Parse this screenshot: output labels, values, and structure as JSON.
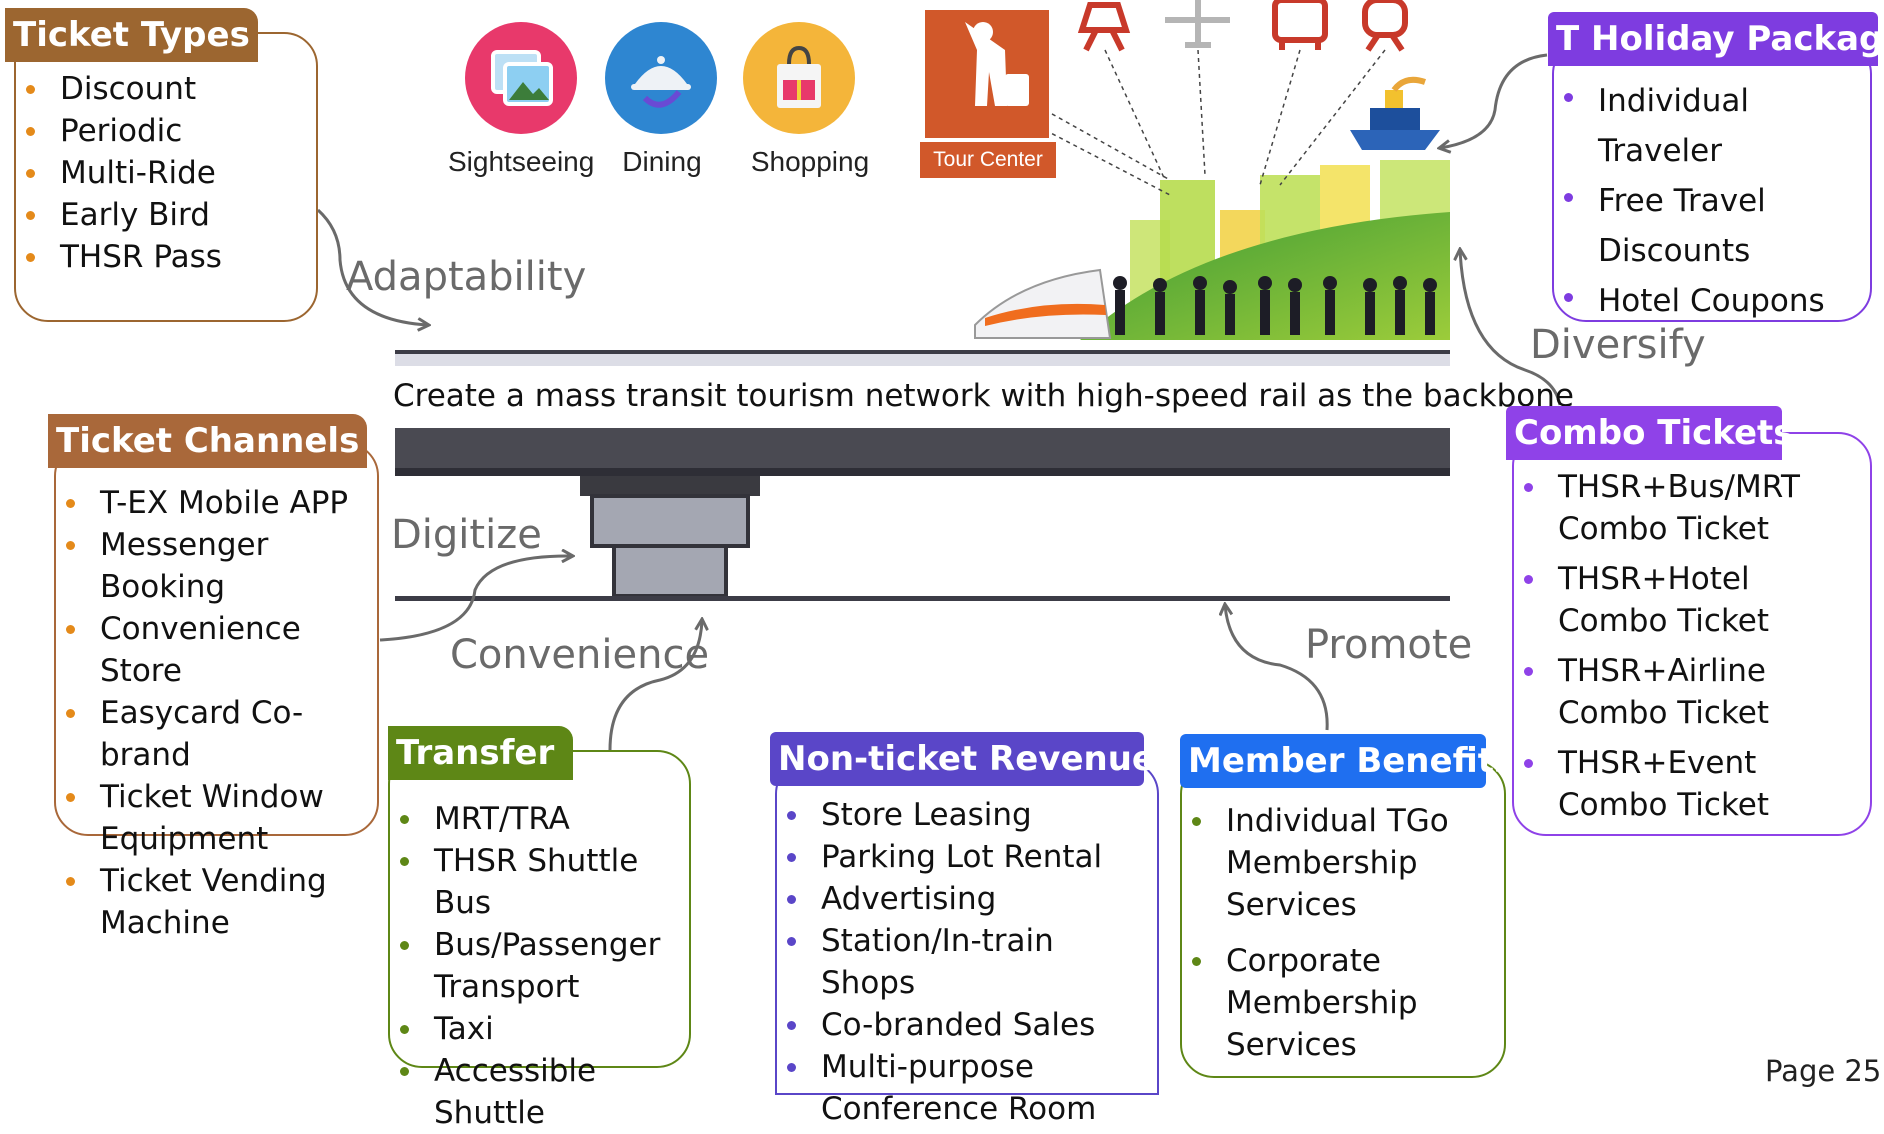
{
  "colors": {
    "ticket_types": "#9c6630",
    "ticket_channels": "#a9683a",
    "transfer": "#5e8716",
    "non_ticket": "#5a46c8",
    "member": "#1f6ff0",
    "combo": "#8f42e8",
    "holiday": "#7e3ce0",
    "flow_text": "#6a6a6a",
    "sightseeing": "#e8396b",
    "dining": "#2e86d1",
    "shopping": "#f4b53a",
    "tour_center": "#d1582a"
  },
  "headline": "Create a mass transit tourism network with high-speed rail as the backbone",
  "flows": {
    "adaptability": "Adaptability",
    "digitize": "Digitize",
    "convenience": "Convenience",
    "promote": "Promote",
    "diversify": "Diversify"
  },
  "icons": {
    "sightseeing": "Sightseeing",
    "dining": "Dining",
    "shopping": "Shopping",
    "tour_center": "Tour Center"
  },
  "ticket_types": {
    "title": "Ticket Types",
    "items": [
      "Discount",
      "Periodic",
      "Multi-Ride",
      "Early Bird",
      "THSR Pass"
    ]
  },
  "ticket_channels": {
    "title": "Ticket Channels",
    "items": [
      "T-EX Mobile APP",
      "Messenger Booking",
      "Convenience Store",
      "Easycard Co-brand",
      "Ticket Window Equipment",
      "Ticket Vending Machine"
    ]
  },
  "transfer": {
    "title": "Transfer",
    "items": [
      "MRT/TRA",
      "THSR Shuttle Bus",
      "Bus/Passenger Transport",
      "Taxi",
      "Accessible Shuttle"
    ]
  },
  "non_ticket": {
    "title": "Non-ticket Revenues",
    "items": [
      "Store Leasing",
      "Parking Lot Rental",
      "Advertising",
      "Station/In-train Shops",
      "Co-branded Sales",
      "Multi-purpose Conference Room"
    ]
  },
  "member": {
    "title": "Member Benefits",
    "items": [
      "Individual TGo Membership Services",
      "Corporate Membership Services"
    ]
  },
  "combo": {
    "title": "Combo Tickets",
    "items": [
      "THSR+Bus/MRT Combo Ticket",
      "THSR+Hotel Combo Ticket",
      "THSR+Airline Combo Ticket",
      "THSR+Event Combo Ticket"
    ]
  },
  "holiday": {
    "title": "T Holiday Packages",
    "items": [
      "Individual Traveler",
      "Free Travel Discounts",
      "Hotel Coupons"
    ]
  },
  "page": "Page 25"
}
